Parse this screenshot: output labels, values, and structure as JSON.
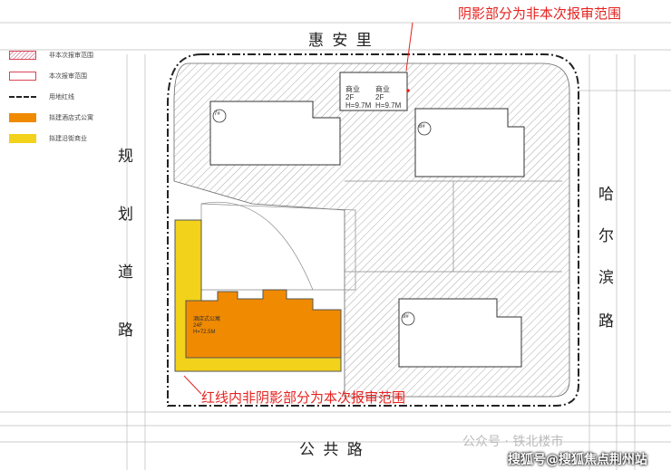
{
  "legend": {
    "items": [
      {
        "label": "非本次报审范围",
        "swatch": "hatch"
      },
      {
        "label": "本次报审范围",
        "swatch": "outline"
      },
      {
        "label": "用地红线",
        "swatch": "redline"
      },
      {
        "label": "拟建酒店式公寓",
        "swatch": "orange"
      },
      {
        "label": "拟建沿街商业",
        "swatch": "yellow"
      }
    ]
  },
  "roads": {
    "north": "惠 安 里",
    "south": "公 共 路",
    "west": [
      "规",
      "划",
      "道",
      "路"
    ],
    "east": [
      "哈",
      "尔",
      "滨",
      "路"
    ]
  },
  "annotations": {
    "top": "阴影部分为非本次报审范围",
    "bottom": "红线内非阴影部分为本次报审范围"
  },
  "buildings": {
    "commercial_label": "商业",
    "floors_2f": "2F",
    "height_97": "H=9.7M",
    "hotel_label": "酒店式公寓",
    "floors_24f": "24F",
    "height_72": "H=72.5M",
    "num_7": "7#",
    "num_8": "8#",
    "num_9": "9#"
  },
  "watermark": {
    "account": "公众号 · 铁北楼市",
    "brand": "搜狐号@搜狐焦点荆州站"
  },
  "colors": {
    "orange": "#f08a00",
    "yellow": "#f2d21a",
    "red": "#e52320"
  }
}
